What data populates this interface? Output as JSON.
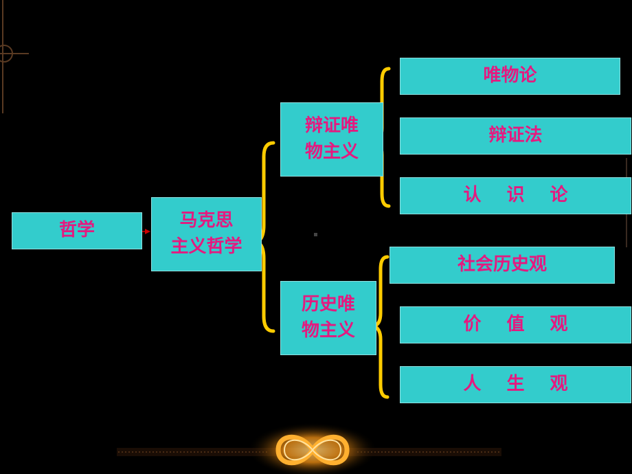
{
  "root": "哲学",
  "level1": "马克思\n主义哲学",
  "level2": [
    {
      "label": "辩证唯\n物主义",
      "children": [
        "唯物论",
        "辩证法",
        "认 识 论"
      ]
    },
    {
      "label": "历史唯\n物主义",
      "children": [
        "社会历史观",
        "价 值 观",
        "人 生 观"
      ]
    }
  ],
  "colors": {
    "background": "#000000",
    "box_fill": "#33cccc",
    "text": "#e5197f",
    "brace": "#ffcc00",
    "arrow": "#cc0000"
  },
  "decorations": [
    "crosshair-ornament",
    "binary-strip",
    "infinity-logo"
  ]
}
